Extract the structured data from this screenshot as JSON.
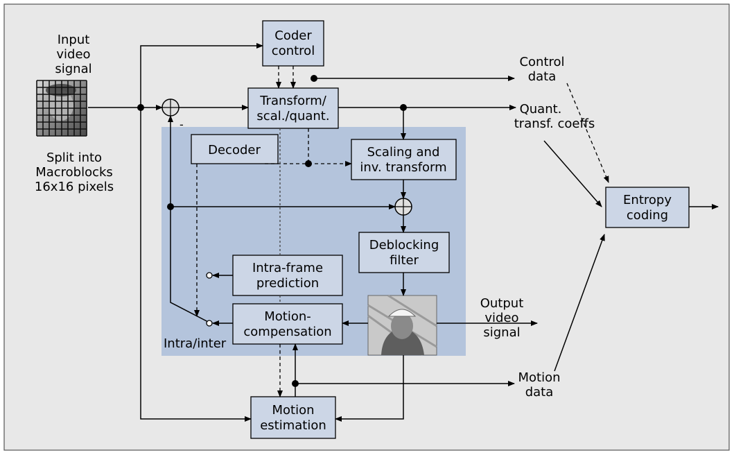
{
  "colors": {
    "background": "#e8e8e8",
    "decoder_region": "#b4c4dc",
    "block_fill": "#ccd6e6",
    "line": "#000000"
  },
  "input": {
    "title": [
      "Input",
      "video",
      "signal"
    ],
    "caption": [
      "Split into",
      "Macroblocks",
      "16x16 pixels"
    ]
  },
  "blocks": {
    "coder_control": [
      "Coder",
      "control"
    ],
    "transform": [
      "Transform/",
      "scal./quant."
    ],
    "decoder": [
      "Decoder"
    ],
    "scaling": [
      "Scaling and",
      "inv. transform"
    ],
    "deblocking": [
      "Deblocking",
      "filter"
    ],
    "intra_pred": [
      "Intra-frame",
      "prediction"
    ],
    "motion_comp": [
      "Motion-",
      "compensation"
    ],
    "motion_est": [
      "Motion",
      "estimation"
    ],
    "entropy": [
      "Entropy",
      "coding"
    ]
  },
  "labels": {
    "control_data": [
      "Control",
      "data"
    ],
    "quant_coeffs": [
      "Quant.",
      "transf. coeffs"
    ],
    "output_signal": [
      "Output",
      "video",
      "signal"
    ],
    "motion_data": [
      "Motion",
      "data"
    ],
    "intra_inter": "Intra/inter",
    "minus_sign": "-"
  },
  "icons": {
    "summation": "summation-circle-icon",
    "macroblock_thumbnail": "macroblock-grid-image",
    "output_frame": "decoded-frame-image"
  }
}
